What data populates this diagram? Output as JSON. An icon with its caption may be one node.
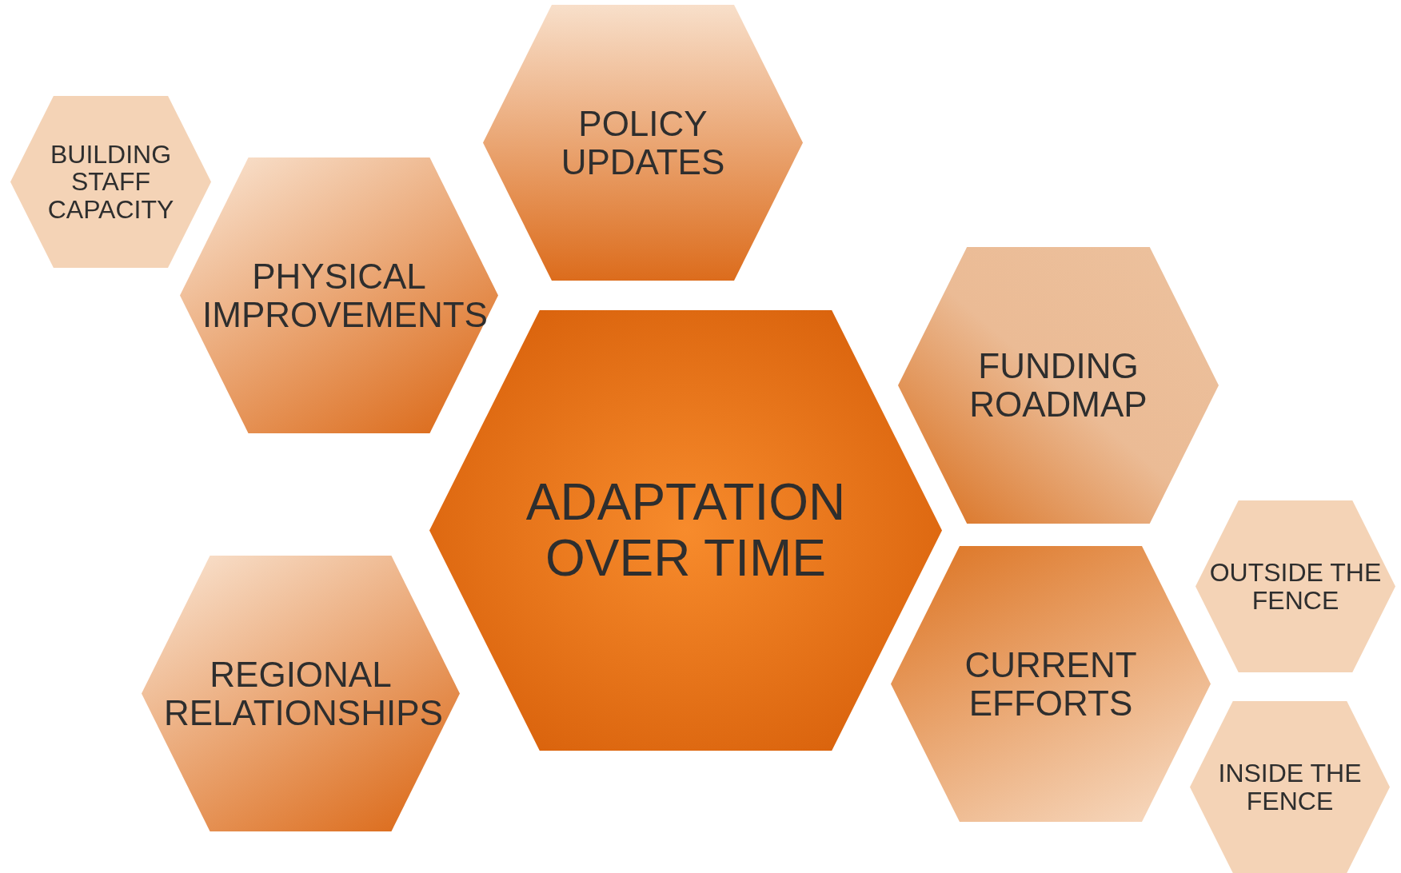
{
  "diagram": {
    "nodes": [
      {
        "text": [
          "POLICY UPDATES"
        ]
      },
      {
        "text": [
          "BUILDING STAFF CAPACITY"
        ]
      },
      {
        "text": [
          "PHYSICAL IMPROVEMENTS"
        ]
      },
      {
        "text": [
          "FUNDING ROADMAP"
        ]
      },
      {
        "text": [
          "ADAPTATION OVER TIME"
        ]
      },
      {
        "text": [
          "OUTSIDE THE FENCE"
        ]
      },
      {
        "text": [
          "CURRENT EFFORTS"
        ]
      },
      {
        "text": [
          "REGIONAL RELATIONSHIPS"
        ]
      },
      {
        "text": [
          "INSIDE THE FENCE"
        ]
      }
    ]
  }
}
